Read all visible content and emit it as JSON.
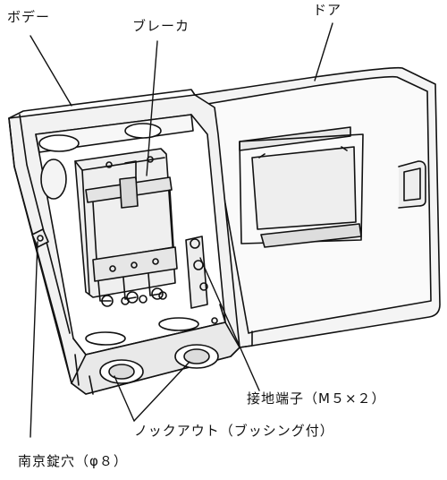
{
  "labels": {
    "body": "ボデー",
    "breaker": "ブレーカ",
    "door": "ドア",
    "ground_terminal": "接地端子（M５×２）",
    "knockout": "ノックアウト（ブッシング付）",
    "padlock_hole": "南京錠穴（φ８）"
  }
}
